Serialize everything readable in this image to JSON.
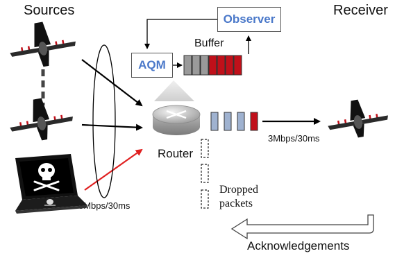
{
  "labels": {
    "sources": "Sources",
    "receiver": "Receiver",
    "observer": "Observer",
    "aqm": "AQM",
    "buffer": "Buffer",
    "router": "Router",
    "link_right": "3Mbps/30ms",
    "link_left": "3Mbps/30ms",
    "dropped_line1": "Dropped",
    "dropped_line2": "packets",
    "acknowledgements": "Acknowledgements"
  },
  "colors": {
    "packet_gray": "#9a9a9a",
    "packet_red": "#c0101a",
    "router_packet_blue": "#9fb2d0",
    "accent_blue": "#4a78c9",
    "attack_arrow": "#e02020",
    "arrow": "#000000"
  },
  "icons": {
    "source_1": "airplane-icon",
    "source_2": "airplane-icon",
    "attacker": "laptop-skull-icon",
    "router": "router-icon",
    "receiver": "airplane-icon"
  }
}
